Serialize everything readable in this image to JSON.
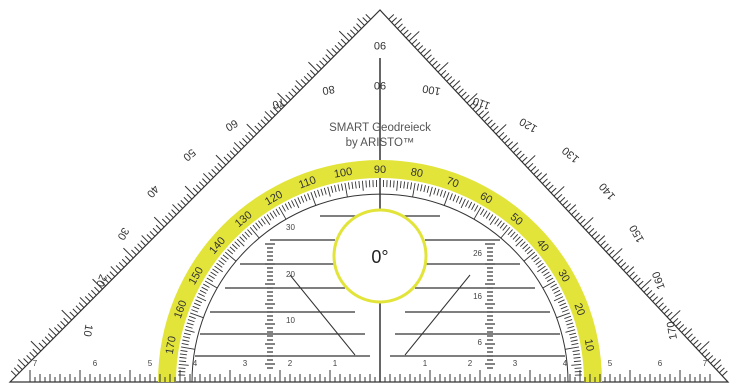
{
  "brand": {
    "line1": "SMART Geodreieck",
    "line2": "by ARISTO™"
  },
  "center_readout": "0°",
  "colors": {
    "outline": "#333333",
    "ticks": "#333333",
    "highlight_band": "#e2e43a",
    "center_ring": "#e2e43a",
    "background": "#ffffff"
  },
  "outer_scale_labels": [
    "10",
    "20",
    "30",
    "40",
    "50",
    "60",
    "70",
    "80",
    "90",
    "100",
    "110",
    "120",
    "130",
    "140",
    "150",
    "160",
    "170"
  ],
  "inner_band_labels": [
    "10",
    "20",
    "30",
    "40",
    "50",
    "60",
    "70",
    "80",
    "90",
    "100",
    "110",
    "120",
    "130",
    "140",
    "150",
    "160",
    "170"
  ],
  "baseline_labels": [
    "7",
    "6",
    "5",
    "4",
    "3",
    "2",
    "1",
    "1",
    "2",
    "3",
    "4",
    "5",
    "6",
    "7"
  ],
  "left_grid_labels": [
    "30",
    "20",
    "10"
  ],
  "right_grid_labels": [
    "26",
    "16",
    "6"
  ],
  "top_marker": "90"
}
